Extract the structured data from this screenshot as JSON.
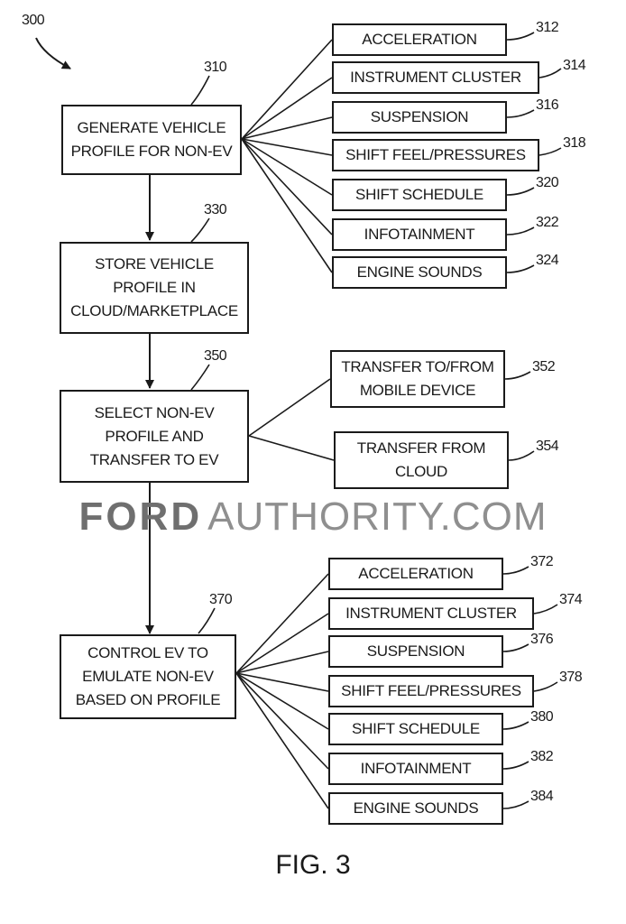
{
  "diagram_id": "300",
  "figure_label": "FIG. 3",
  "watermark": {
    "brand": "FORD",
    "rest": "AUTHORITY.COM"
  },
  "steps": [
    {
      "ref": "310",
      "text": "GENERATE VEHICLE\nPROFILE FOR NON-EV"
    },
    {
      "ref": "330",
      "text": "STORE VEHICLE\nPROFILE IN\nCLOUD/MARKETPLACE"
    },
    {
      "ref": "350",
      "text": "SELECT NON-EV\nPROFILE AND\nTRANSFER TO EV"
    },
    {
      "ref": "370",
      "text": "CONTROL EV TO\nEMULATE NON-EV\nBASED ON PROFILE"
    }
  ],
  "profile_items": [
    {
      "ref": "312",
      "text": "ACCELERATION"
    },
    {
      "ref": "314",
      "text": "INSTRUMENT CLUSTER"
    },
    {
      "ref": "316",
      "text": "SUSPENSION"
    },
    {
      "ref": "318",
      "text": "SHIFT FEEL/PRESSURES"
    },
    {
      "ref": "320",
      "text": "SHIFT SCHEDULE"
    },
    {
      "ref": "322",
      "text": "INFOTAINMENT"
    },
    {
      "ref": "324",
      "text": "ENGINE SOUNDS"
    }
  ],
  "transfer_items": [
    {
      "ref": "352",
      "text": "TRANSFER TO/FROM\nMOBILE DEVICE"
    },
    {
      "ref": "354",
      "text": "TRANSFER FROM\nCLOUD"
    }
  ],
  "control_items": [
    {
      "ref": "372",
      "text": "ACCELERATION"
    },
    {
      "ref": "374",
      "text": "INSTRUMENT CLUSTER"
    },
    {
      "ref": "376",
      "text": "SUSPENSION"
    },
    {
      "ref": "378",
      "text": "SHIFT FEEL/PRESSURES"
    },
    {
      "ref": "380",
      "text": "SHIFT SCHEDULE"
    },
    {
      "ref": "382",
      "text": "INFOTAINMENT"
    },
    {
      "ref": "384",
      "text": "ENGINE SOUNDS"
    }
  ]
}
